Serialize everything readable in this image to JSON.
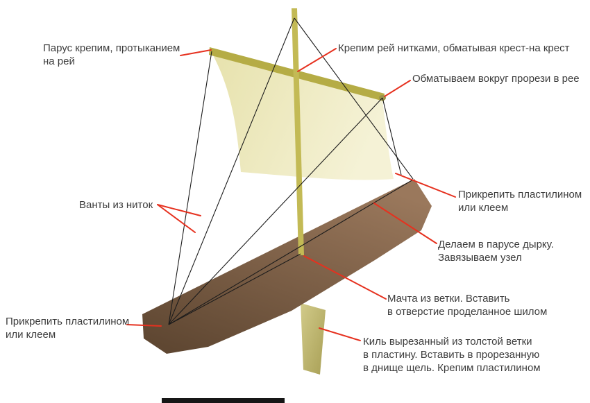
{
  "colors": {
    "leader": "#e6311f",
    "thread": "#1c1c1c",
    "text": "#3c3c3c",
    "hull_light": "#9a785c",
    "hull_dark": "#5f4732",
    "sail_light": "#f5f2d6",
    "sail_dark": "#e7e2ad",
    "mast": "#c3ba55",
    "yard": "#b5ac45",
    "keel_light": "#d2cb8a",
    "keel_dark": "#a89f55"
  },
  "labels": {
    "sail_attach": "Парус крепим, протыканием\nна рей",
    "yard_attach": "Крепим рей нитками, обматывая крест-на крест",
    "wrap_slot": "Обматываем вокруг прорези в рее",
    "shrouds": "Ванты из ниток",
    "attach_right": "Прикрепить пластилином\nили клеем",
    "sail_hole": "Делаем в парусе дырку.\nЗавязываем узел",
    "mast_note": "Мачта из ветки.  Вставить\nв отверстие проделанное шилом",
    "keel_note": "Киль вырезанный из толстой ветки\nв пластину. Вставить в прорезанную\nв днище щель. Крепим пластилином",
    "attach_left": "Прикрепить пластилином\nили клеем"
  }
}
